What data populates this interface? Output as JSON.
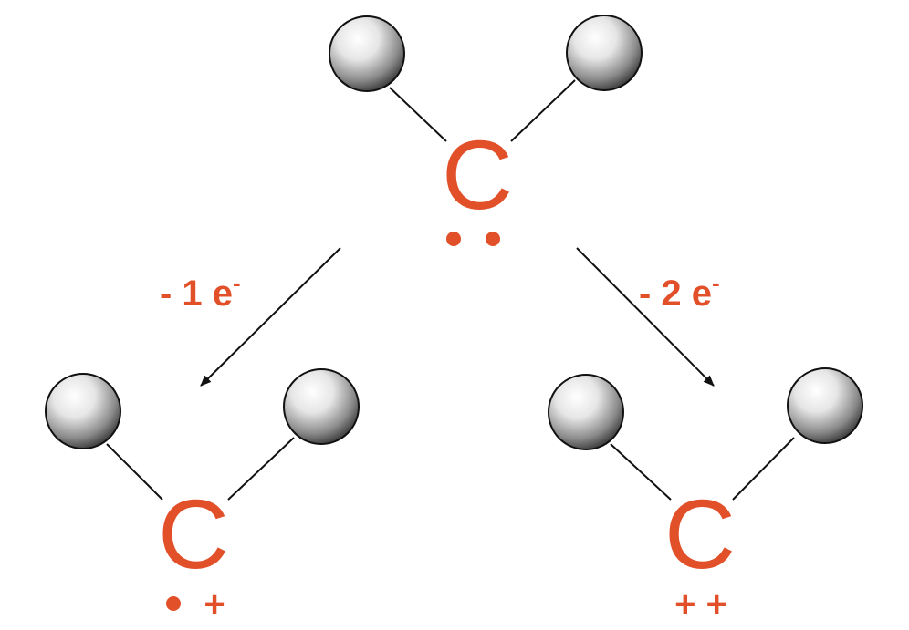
{
  "colors": {
    "accent": "#e2502a",
    "bond": "#111111",
    "atom_light": "#ffffff",
    "atom_dark": "#1a1a1a"
  },
  "molecules": [
    {
      "id": "neutral",
      "center_label": "C",
      "charge_label": ""
    },
    {
      "id": "cation",
      "center_label": "C",
      "charge_label": "+"
    },
    {
      "id": "dication",
      "center_label": "C",
      "charge_label": "+ +"
    }
  ],
  "transitions": [
    {
      "label_prefix": "- 1 e",
      "label_superscript": "-"
    },
    {
      "label_prefix": "- 2 e",
      "label_superscript": "-"
    }
  ]
}
